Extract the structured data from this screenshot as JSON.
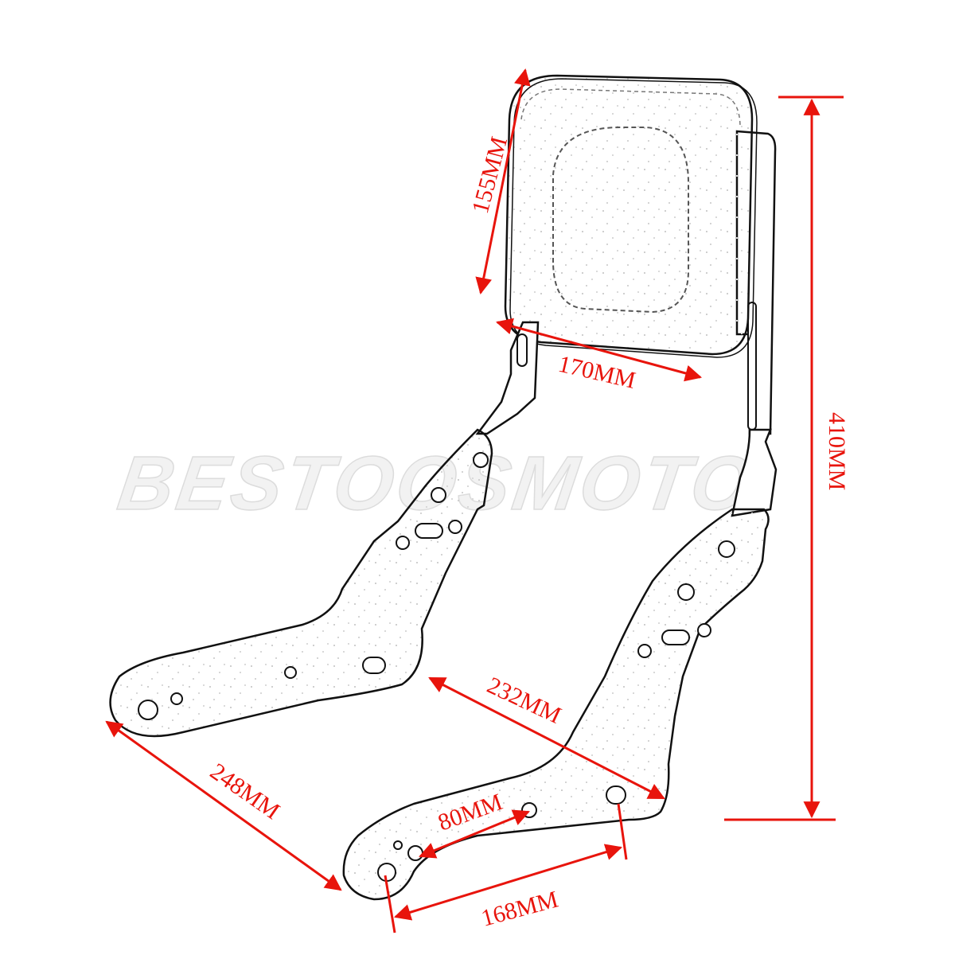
{
  "watermark": "BESTOOSMOTO",
  "colors": {
    "dimension": "#e8140c",
    "outline": "#111111",
    "part_fill": "#ffffff"
  },
  "dimensions": {
    "pad_height": "155MM",
    "pad_width": "170MM",
    "total_height": "410MM",
    "plate_inner_span": "232MM",
    "plate_outer_span": "248MM",
    "bolt_spacing": "80MM",
    "mount_hole_spacing": "168MM"
  }
}
